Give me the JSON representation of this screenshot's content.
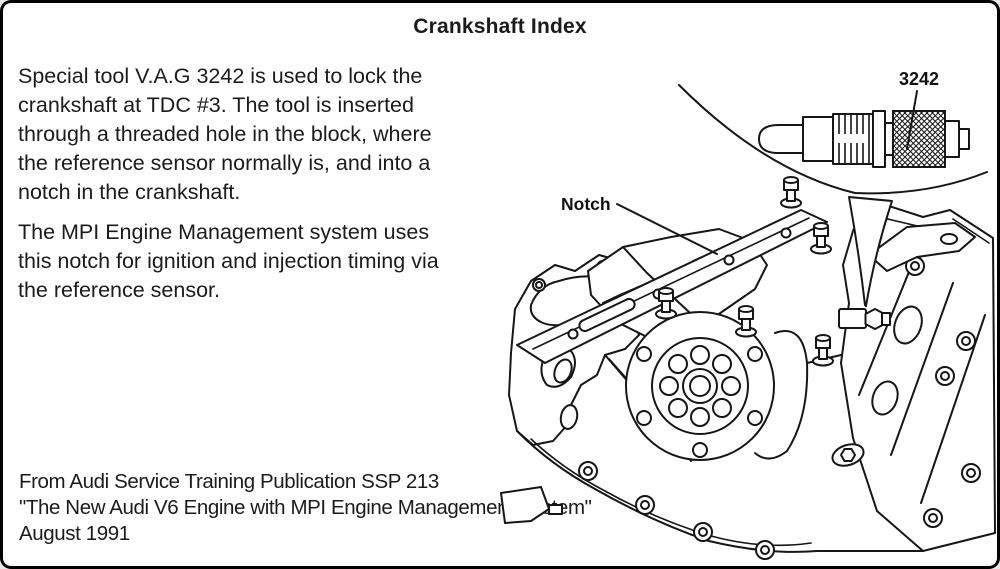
{
  "page": {
    "title": "Crankshaft Index"
  },
  "body_text": {
    "paragraph1_lines": [
      "Special tool V.A.G 3242 is used to lock the",
      "crankshaft at TDC #3. The tool is inserted",
      "through a threaded hole in the block, where",
      "the reference sensor normally is, and into a",
      "notch in the crankshaft."
    ],
    "paragraph2_lines": [
      "The MPI Engine Management system uses",
      "this notch for ignition and injection timing via",
      "the reference sensor."
    ]
  },
  "attribution": {
    "line1": "From Audi Service Training Publication SSP 213",
    "line2": "\"The New Audi V6 Engine with MPI Engine Management System\"",
    "line3": "August 1991"
  },
  "diagram": {
    "tool_label": "3242",
    "notch_label": "Notch"
  },
  "colors": {
    "ink": "#161616",
    "background": "#ffffff"
  }
}
